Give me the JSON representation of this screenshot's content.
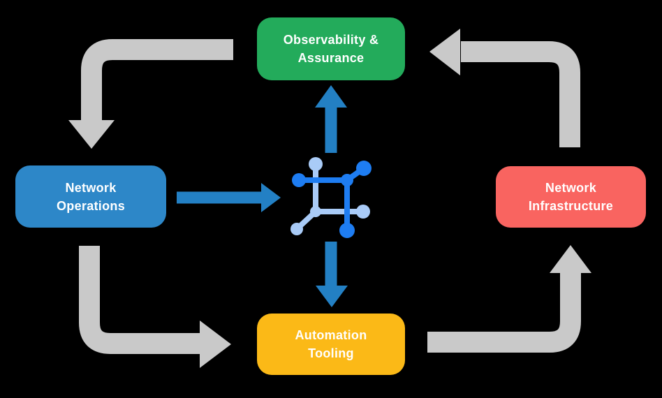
{
  "colors": {
    "background": "#000000",
    "text": "#FFFFFF",
    "arrow_gray": "#C9C9C9",
    "arrow_blue": "#2380C4",
    "icon_blue_dark": "#1E7DF2",
    "icon_blue_light": "#A9CBF7",
    "node_green": "#23AB5B",
    "node_blue": "#2D87C8",
    "node_red": "#F96460",
    "node_yellow": "#FBB917"
  },
  "diagram": {
    "nodes": {
      "observability": {
        "label": "Observability &\nAssurance",
        "color": "#23AB5B"
      },
      "network_operations": {
        "label": "Network\nOperations",
        "color": "#2D87C8"
      },
      "network_infrastructure": {
        "label": "Network\nInfrastructure",
        "color": "#F96460"
      },
      "automation_tooling": {
        "label": "Automation\nTooling",
        "color": "#FBB917"
      }
    },
    "center_icon": {
      "name": "network-mesh-icon"
    },
    "arrows": [
      {
        "from": "Observability & Assurance",
        "to": "Network Operations",
        "style": "gray-elbow",
        "direction": "down"
      },
      {
        "from": "Network Operations",
        "to": "Automation Tooling",
        "style": "gray-elbow",
        "direction": "right"
      },
      {
        "from": "Automation Tooling",
        "to": "Network Infrastructure",
        "style": "gray-elbow",
        "direction": "up"
      },
      {
        "from": "Network Infrastructure",
        "to": "Observability & Assurance",
        "style": "gray-elbow",
        "direction": "left"
      },
      {
        "from": "Network Operations",
        "to": "center-icon",
        "style": "blue-straight",
        "direction": "right"
      },
      {
        "from": "center-icon",
        "to": "Observability & Assurance",
        "style": "blue-straight",
        "direction": "up"
      },
      {
        "from": "center-icon",
        "to": "Automation Tooling",
        "style": "blue-straight",
        "direction": "down"
      }
    ]
  }
}
